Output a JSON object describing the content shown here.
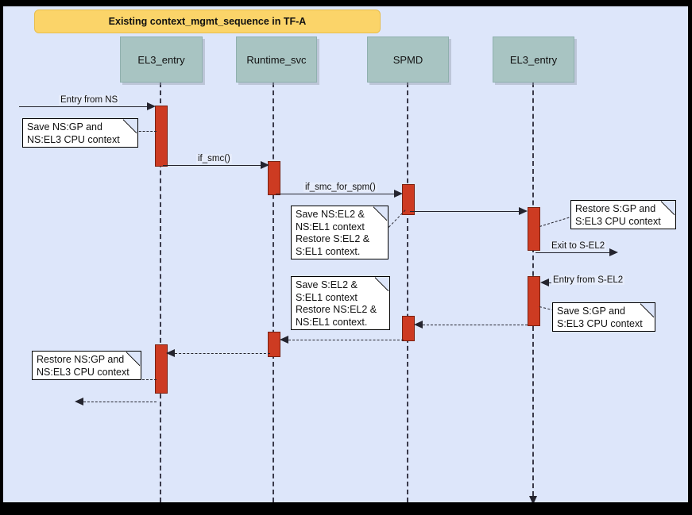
{
  "diagram": {
    "title": "Existing context_mgmt_sequence in TF-A",
    "type": "uml-sequence-diagram",
    "background_color": "#dde6fa",
    "title_bar_color": "#fbd469",
    "lifeline_head_color": "#a8c4c2",
    "activation_color": "#cd3b22",
    "lifelines": [
      {
        "name": "EL3_entry",
        "label": "EL3_entry"
      },
      {
        "name": "Runtime_svc",
        "label": "Runtime_svc"
      },
      {
        "name": "SPMD",
        "label": "SPMD"
      },
      {
        "name": "EL3_entry_2",
        "label": "EL3_entry"
      }
    ],
    "messages": [
      {
        "name": "entry-from-ns",
        "label": "Entry from NS",
        "style": "solid",
        "direction": "right"
      },
      {
        "name": "if-smc",
        "label": "if_smc()",
        "style": "solid",
        "direction": "right"
      },
      {
        "name": "if-smc-for-spm",
        "label": "if_smc_for_spm()",
        "style": "solid",
        "direction": "right"
      },
      {
        "name": "exit-to-s-el2",
        "label": "Exit to S-EL2",
        "style": "solid",
        "direction": "right"
      },
      {
        "name": "entry-from-s-el2",
        "label": "Entry from S-EL2",
        "style": "dashed",
        "direction": "left"
      }
    ],
    "notes": [
      {
        "name": "note-save-ns-gp",
        "text": "Save NS:GP and\nNS:EL3 CPU context"
      },
      {
        "name": "note-save-ns-el2",
        "text": "Save NS:EL2 &\nNS:EL1 context\nRestore S:EL2 &\nS:EL1 context."
      },
      {
        "name": "note-restore-s-gp",
        "text": "Restore S:GP and\nS:EL3 CPU context"
      },
      {
        "name": "note-save-s-el2",
        "text": "Save S:EL2 &\nS:EL1 context\nRestore NS:EL2 &\nNS:EL1 context."
      },
      {
        "name": "note-save-s-gp",
        "text": "Save S:GP and\nS:EL3 CPU context"
      },
      {
        "name": "note-restore-ns-gp",
        "text": "Restore NS:GP and\nNS:EL3 CPU context"
      }
    ]
  }
}
